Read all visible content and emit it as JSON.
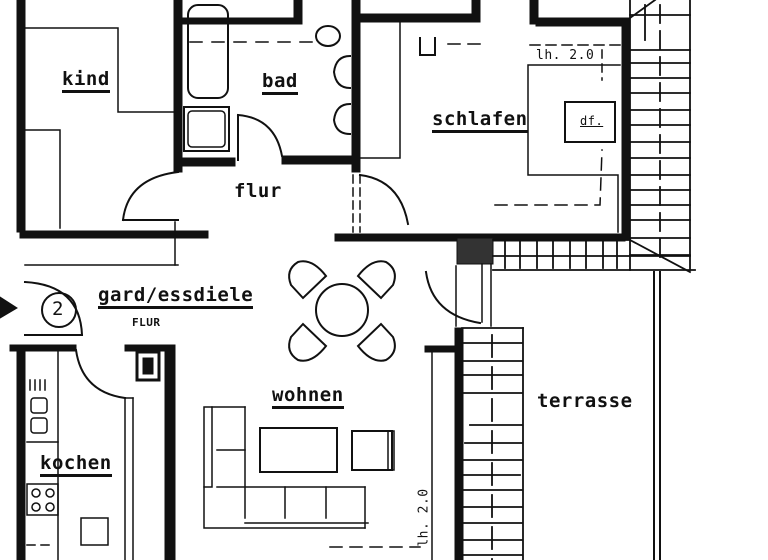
{
  "plan": {
    "type": "apartment floor plan",
    "entry_marker": "2",
    "rooms": [
      {
        "id": "kind",
        "label": "kind"
      },
      {
        "id": "bad",
        "label": "bad"
      },
      {
        "id": "schlafen",
        "label": "schlafen"
      },
      {
        "id": "flur",
        "label": "flur"
      },
      {
        "id": "gard_essdiele",
        "label": "gard/essdiele",
        "sublabel": "FLUR"
      },
      {
        "id": "wohnen",
        "label": "wohnen"
      },
      {
        "id": "kochen",
        "label": "kochen"
      },
      {
        "id": "terrasse",
        "label": "terrasse"
      }
    ],
    "annotations": {
      "schlafen_height": "lh. 2.0",
      "skylight": "df.",
      "wohnen_height": "lh. 2.0"
    },
    "colors": {
      "ink": "#111111",
      "paper": "#ffffff"
    }
  }
}
